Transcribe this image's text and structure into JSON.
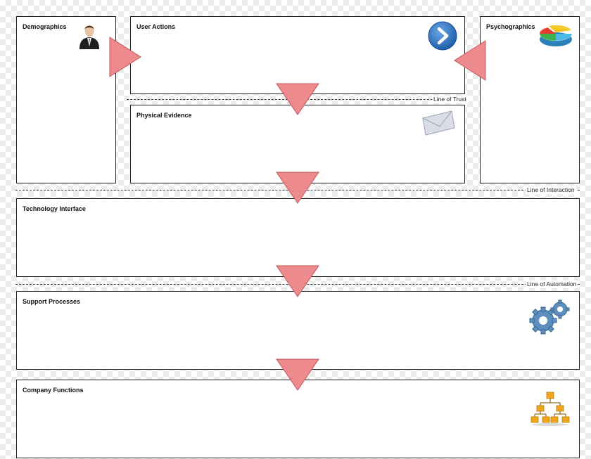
{
  "boxes": {
    "demographics": "Demographics",
    "user_actions": "User Actions",
    "psychographics": "Psychographics",
    "physical_evidence": "Physical Evidence",
    "technology_interface": "Technology Interface",
    "support_processes": "Support Processes",
    "company_functions": "Company Functions"
  },
  "lines": {
    "trust": "Line of Trust",
    "interaction": "Line of Interaction",
    "automation": "Line of Automation"
  },
  "icons": {
    "demographics": "businessman-icon",
    "user_actions": "chevron-right-circle-icon",
    "psychographics": "pie-chart-icon",
    "physical_evidence": "envelope-icon",
    "support_processes": "gears-icon",
    "company_functions": "org-chart-icon"
  },
  "colors": {
    "arrow_fill": "#ec8a8e",
    "arrow_stroke": "#c0585c",
    "box_border": "#222222"
  }
}
